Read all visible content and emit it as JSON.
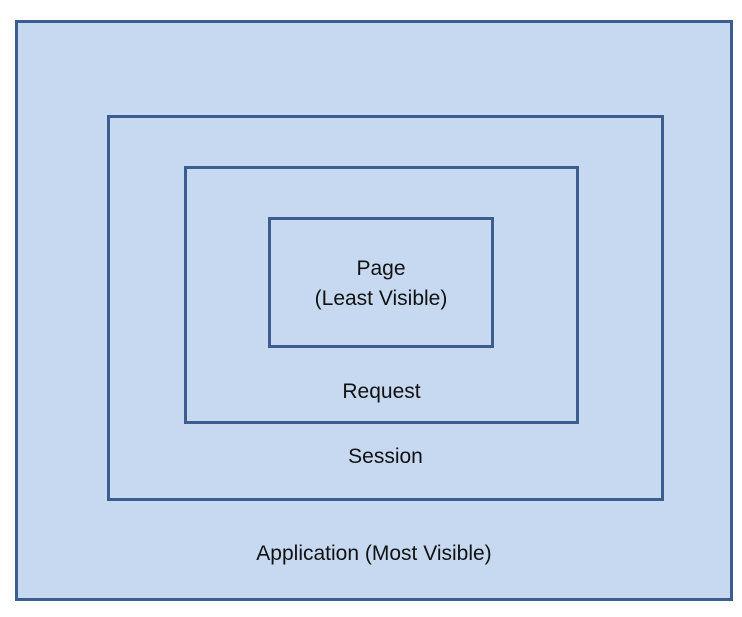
{
  "diagram": {
    "scopes": {
      "application": {
        "label": "Application (Most Visible)"
      },
      "session": {
        "label": "Session"
      },
      "request": {
        "label": "Request"
      },
      "page": {
        "label_line1": "Page",
        "label_line2": "(Least Visible)"
      }
    },
    "colors": {
      "box_fill": "#c6d9f1",
      "box_border": "#3d5c8f",
      "text": "#111111"
    }
  }
}
